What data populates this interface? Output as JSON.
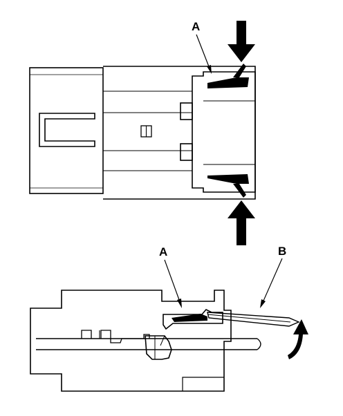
{
  "labels": {
    "top_view_latch": "A",
    "side_view_latch": "A",
    "side_view_tool": "B"
  }
}
